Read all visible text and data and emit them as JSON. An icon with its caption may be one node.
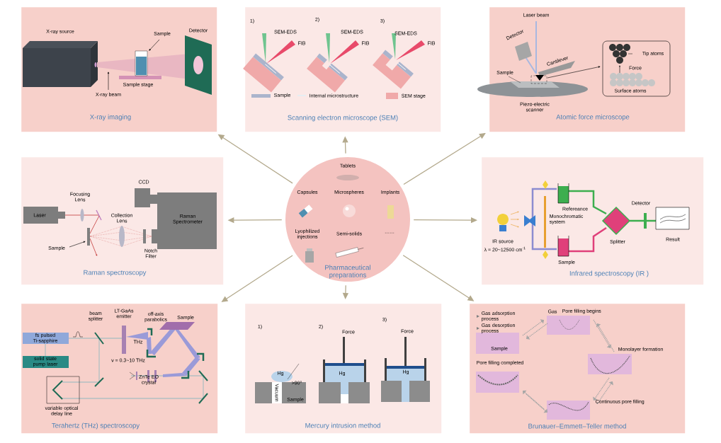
{
  "diagram": {
    "nodes": [
      {
        "text": [
          "X-ray source",
          "Sample",
          "Detector",
          "Sample stage",
          "X-ray beam",
          "X-ray imaging"
        ]
      },
      {
        "text": [
          "1)",
          "SEM-EDS",
          "FIB",
          "2)",
          "SEM-EDS",
          "FIB",
          "3)",
          "SEM-EDS",
          "FIB",
          "Scanning electron microscope (SEM)"
        ]
      },
      {
        "text": [
          "Laser beam",
          "Detector",
          "Cantilever",
          "Sample",
          "Tip atoms",
          "Force",
          "Surface atoms",
          "Piezo-electric scanner",
          "Atomic force microscope"
        ]
      },
      {
        "text": [
          "CCD",
          "Focusing Lens",
          "Laser",
          "Collection Lens",
          "Raman Spectrometer",
          "Sample",
          "Notch Filter",
          "Raman spectroscopy"
        ]
      },
      {
        "text": [
          "Tablets",
          "Capsules",
          "Microspheres",
          "Implants",
          "Lyophilized injections",
          "Semi-solids",
          "······",
          "Pharmaceutical preparations"
        ]
      },
      {
        "text": [
          "Refereance",
          "Monochromatic system",
          "Detector",
          "IR source",
          "λ = 20~12500 cm$^{-1}$",
          "Splitter",
          "Result",
          "Sample",
          "Infrared spectroscopy (IR )"
        ]
      },
      {
        "text": [
          "beam splitter",
          "LT-GaAs emitter",
          "off-axis parabolics",
          "Sample",
          "fs pulsed Ti-sapphire",
          "THz",
          "ν = 0.3~10 THz",
          "solid state pump laser",
          "ZnTe EO crystal",
          "variable optical delay line",
          "Terahertz (THz) spectroscopy"
        ]
      },
      {
        "text": [
          "1)",
          "Hg",
          ">90°",
          "Vacuum",
          "Sample",
          "2)",
          "Force",
          "Hg",
          "3)",
          "Force",
          "Hg",
          "Mercury intrusion method"
        ]
      },
      {
        "text": [
          "Gas adsorption process",
          "Gas desorption process",
          "Gas",
          "Pore filling begins",
          "Sample",
          "Monolayer formation",
          "Pore filling completed",
          "Continuous pore filling",
          "Brunauer–Emmett–Teller method"
        ]
      }
    ],
    "edges": [
      {
        "from": 4,
        "to": 0,
        "arrow": "to"
      },
      {
        "from": 4,
        "to": 1,
        "arrow": "to"
      },
      {
        "from": 4,
        "to": 2,
        "arrow": "to"
      },
      {
        "from": 4,
        "to": 3,
        "arrow": "to"
      },
      {
        "from": 4,
        "to": 5,
        "arrow": "to"
      },
      {
        "from": 4,
        "to": 6,
        "arrow": "to"
      },
      {
        "from": 4,
        "to": 7,
        "arrow": "to"
      },
      {
        "from": 4,
        "to": 8,
        "arrow": "to"
      }
    ],
    "legend": [
      {
        "text": "Sample",
        "color": "#aab4cc"
      },
      {
        "text": "Internal microstructure",
        "color": "#e6eef2"
      },
      {
        "text": "SEM stage",
        "color": "#f0a9a9"
      }
    ]
  }
}
